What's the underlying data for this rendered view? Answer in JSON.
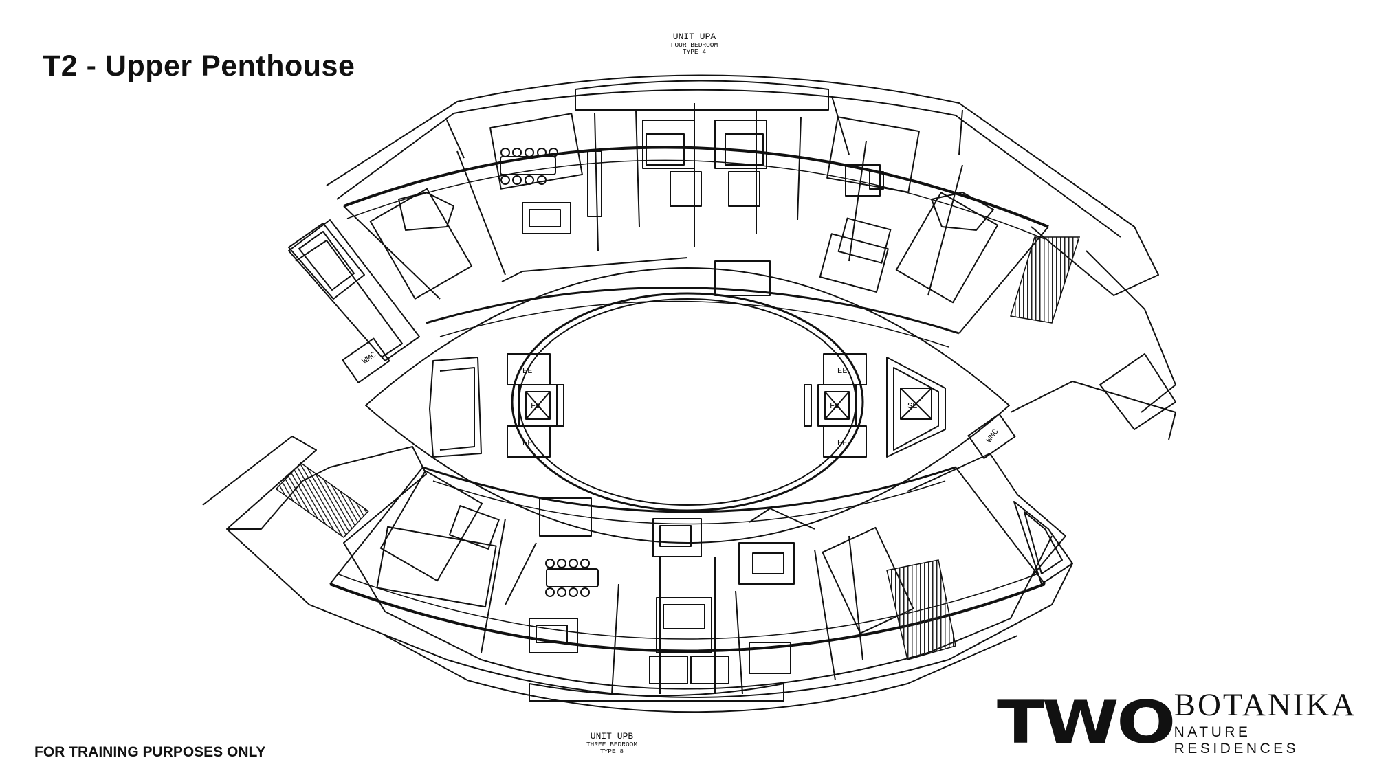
{
  "title": "T2 - Upper Penthouse",
  "disclaimer": "FOR TRAINING PURPOSES ONLY",
  "units": {
    "top": {
      "name": "UNIT UPA",
      "bedrooms": "FOUR BEDROOM",
      "type": "TYPE 4"
    },
    "bottom": {
      "name": "UNIT UPB",
      "bedrooms": "THREE BEDROOM",
      "type": "TYPE 8"
    }
  },
  "room_tags": {
    "wmc": "WMC",
    "ee": "EE",
    "fe": "FE",
    "se": "SE"
  },
  "brand": {
    "two": "TWO",
    "name": "BOTANIKA",
    "tagline": "NATURE RESIDENCES"
  },
  "colors": {
    "line": "#111111",
    "background": "#ffffff",
    "hatch": "#222222"
  }
}
